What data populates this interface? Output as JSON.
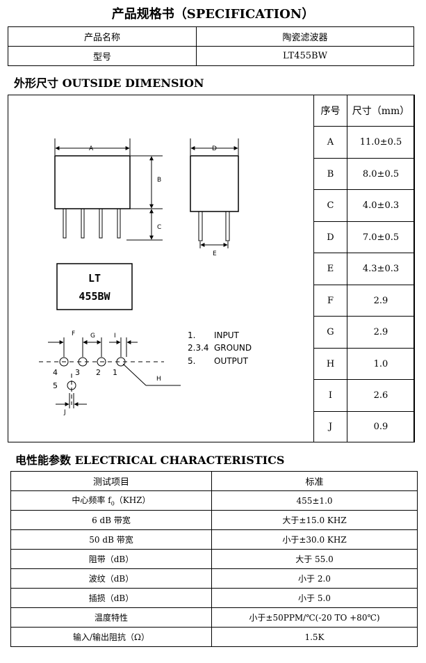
{
  "doc_title": "产品规格书（SPECIFICATION）",
  "product": {
    "rows": [
      {
        "label": "产品名称",
        "value": "陶瓷滤波器"
      },
      {
        "label": "型号",
        "value": "LT455BW"
      }
    ]
  },
  "outside": {
    "heading": "外形尺寸 OUTSIDE DIMENSION",
    "col_seq": "序号",
    "col_size": "尺寸（mm）",
    "rows": [
      {
        "id": "A",
        "value": "11.0±0.5"
      },
      {
        "id": "B",
        "value": "8.0±0.5"
      },
      {
        "id": "C",
        "value": "4.0±0.3"
      },
      {
        "id": "D",
        "value": "7.0±0.5"
      },
      {
        "id": "E",
        "value": "4.3±0.3"
      },
      {
        "id": "F",
        "value": "2.9"
      },
      {
        "id": "G",
        "value": "2.9"
      },
      {
        "id": "H",
        "value": "1.0"
      },
      {
        "id": "I",
        "value": "2.6"
      },
      {
        "id": "J",
        "value": "0.9"
      }
    ],
    "drawing": {
      "label_a": "A",
      "label_b": "B",
      "label_c": "C",
      "label_d": "D",
      "label_e": "E",
      "marking_line1": "LT",
      "marking_line2": "455BW",
      "label_f": "F",
      "label_g": "G",
      "label_i": "I",
      "label_h": "H",
      "label_j": "J",
      "pin_4": "4",
      "pin_3": "3",
      "pin_2": "2",
      "pin_1": "1",
      "pin_5": "5",
      "legend": [
        {
          "num": "1.",
          "name": "INPUT"
        },
        {
          "num": "2.3.4",
          "name": "GROUND"
        },
        {
          "num": "5.",
          "name": "OUTPUT"
        }
      ]
    }
  },
  "electrical": {
    "heading": "电性能参数 ELECTRICAL CHARACTERISTICS",
    "col_item": "测试项目",
    "col_std": "标准",
    "rows": [
      {
        "item_pre": "中心频率 f",
        "item_sub": "0",
        "item_post": "（KHZ）",
        "std": "455±1.0"
      },
      {
        "item": "6 dB 带宽",
        "std": "大于±15.0 KHZ"
      },
      {
        "item": "50 dB  带宽",
        "std": "小于±30.0 KHZ"
      },
      {
        "item": "阻带（dB）",
        "std": "大于 55.0"
      },
      {
        "item": "波纹（dB）",
        "std": "小于 2.0"
      },
      {
        "item": "插损（dB）",
        "std": "小于 5.0"
      },
      {
        "item": "温度特性",
        "std": "小于±50PPM/℃(-20 TO +80℃)"
      },
      {
        "item": "输入/输出阻抗（Ω）",
        "std": "1.5K"
      }
    ]
  }
}
